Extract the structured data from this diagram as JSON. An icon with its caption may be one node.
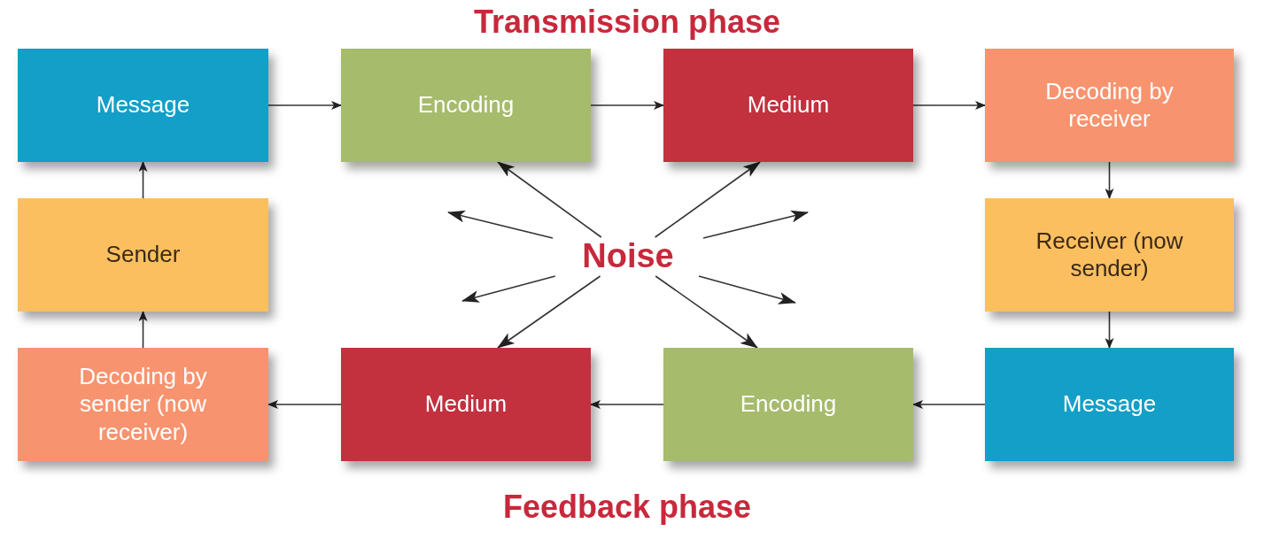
{
  "diagram": {
    "nodes": [
      {
        "text": [
          "Message"
        ]
      },
      {
        "text": [
          "Encoding"
        ]
      },
      {
        "text": [
          "Medium"
        ]
      },
      {
        "text": [
          "Decoding by receiver"
        ]
      },
      {
        "text": [
          "Receiver (now sender)"
        ]
      },
      {
        "text": [
          "Message"
        ]
      },
      {
        "text": [
          "Encoding"
        ]
      },
      {
        "text": [
          "Medium"
        ]
      },
      {
        "text": [
          "Decoding by sender (now receiver)"
        ]
      },
      {
        "text": [
          "Sender"
        ]
      },
      {
        "text": [
          "Noise"
        ]
      }
    ],
    "edges": [
      {
        "from": 0,
        "to": 1,
        "arrow": "to"
      },
      {
        "from": 1,
        "to": 2,
        "arrow": "to"
      },
      {
        "from": 2,
        "to": 3,
        "arrow": "to"
      },
      {
        "from": 3,
        "to": 4,
        "arrow": "to"
      },
      {
        "from": 4,
        "to": 5,
        "arrow": "to"
      },
      {
        "from": 5,
        "to": 6,
        "arrow": "to"
      },
      {
        "from": 6,
        "to": 7,
        "arrow": "to"
      },
      {
        "from": 7,
        "to": 8,
        "arrow": "to"
      },
      {
        "from": 8,
        "to": 9,
        "arrow": "to"
      },
      {
        "from": 9,
        "to": 0,
        "arrow": "to"
      },
      {
        "from": 10,
        "to": 1,
        "arrow": "to"
      },
      {
        "from": 10,
        "to": null,
        "arrow": "to"
      },
      {
        "from": 10,
        "to": null,
        "arrow": "to"
      },
      {
        "from": 10,
        "to": 7,
        "arrow": "to"
      },
      {
        "from": 10,
        "to": 2,
        "arrow": "to"
      },
      {
        "from": 10,
        "to": null,
        "arrow": "to"
      },
      {
        "from": 10,
        "to": null,
        "arrow": "to"
      },
      {
        "from": 10,
        "to": 6,
        "arrow": "to"
      }
    ],
    "labels": [
      "Transmission phase",
      "Feedback phase"
    ]
  }
}
